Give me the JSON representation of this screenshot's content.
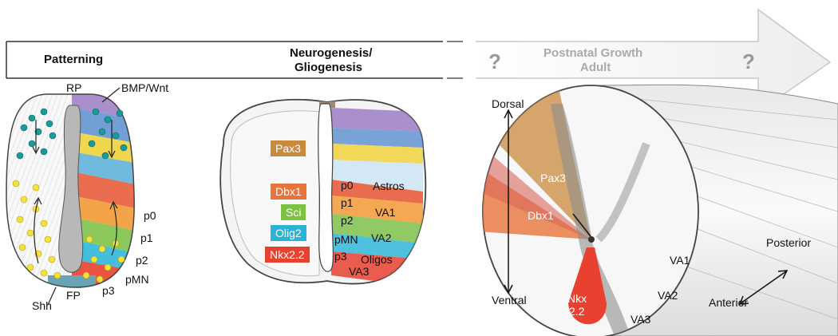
{
  "banner": {
    "stage1": "Patterning",
    "stage2_line1": "Neurogenesis/",
    "stage2_line2": "Gliogenesis",
    "stage3_line1": "Postnatal Growth",
    "stage3_line2": "Adult",
    "question_mark": "?"
  },
  "panel1": {
    "rp": "RP",
    "bmp": "BMP/Wnt",
    "shh": "Shh",
    "fp": "FP",
    "domains": [
      "p0",
      "p1",
      "p2",
      "pMN",
      "p3"
    ]
  },
  "panel2": {
    "tf_labels": [
      {
        "text": "Pax3",
        "color": "#c98a3d"
      },
      {
        "text": "Dbx1",
        "color": "#e8743a"
      },
      {
        "text": "Sci",
        "color": "#7bc142"
      },
      {
        "text": "Olig2",
        "color": "#2bb3d6"
      },
      {
        "text": "Nkx2.2",
        "color": "#e8412f"
      }
    ],
    "domains": [
      "p0",
      "p1",
      "p2",
      "pMN",
      "p3"
    ],
    "fates": [
      "Astros",
      "VA1",
      "VA2",
      "Oligos",
      "VA3"
    ]
  },
  "panel3": {
    "dorsal": "Dorsal",
    "ventral": "Ventral",
    "posterior": "Posterior",
    "anterior": "Anterior",
    "pax3": "Pax3",
    "dbx1": "Dbx1",
    "nkx_line1": "Nkx",
    "nkx_line2": "2.2",
    "va1": "VA1",
    "va2": "VA2",
    "va3": "VA3"
  },
  "colors": {
    "pax3": "#c98a3d",
    "dbx1": "#e8743a",
    "sci": "#7bc142",
    "olig2": "#2bb3d6",
    "nkx22": "#e8412f",
    "grey_text": "#aaaaaa"
  }
}
